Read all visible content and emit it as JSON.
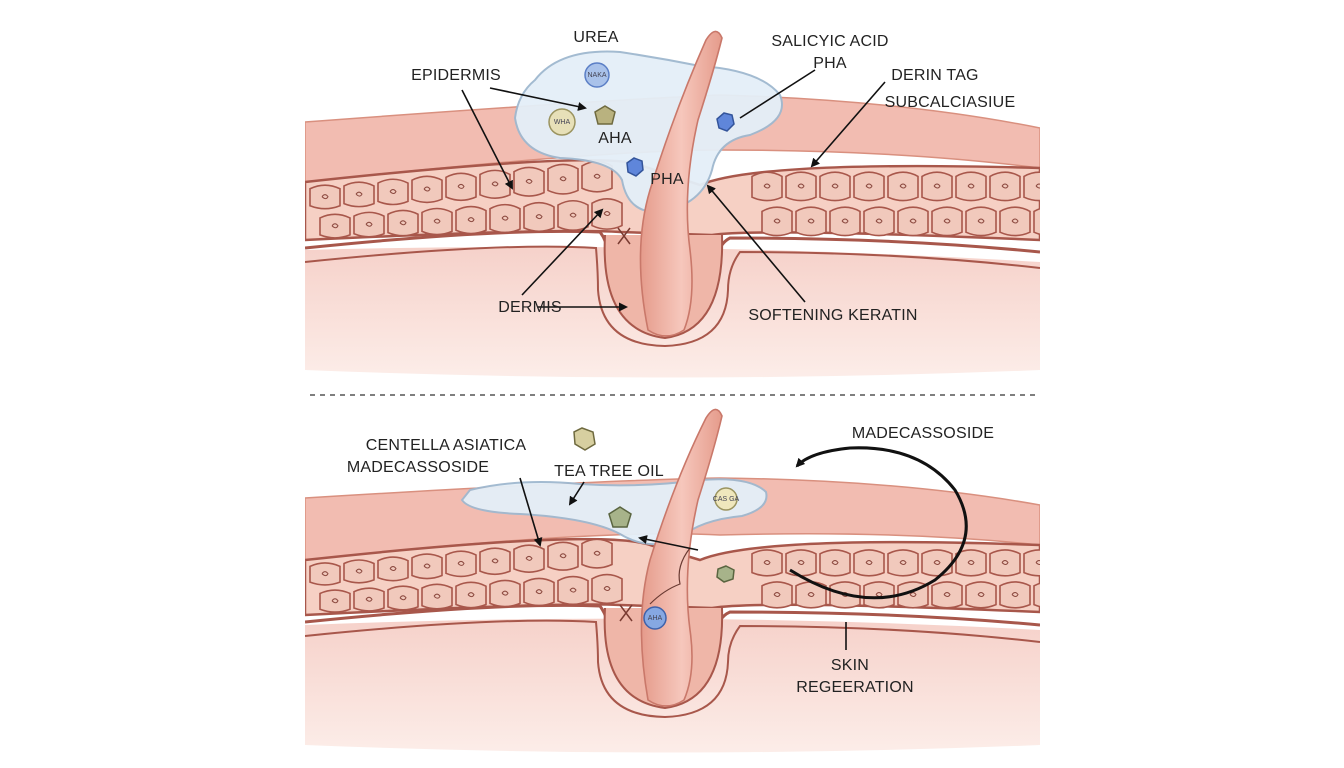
{
  "colors": {
    "background": "#ffffff",
    "skin_surface": "#f3c2b8",
    "skin_deep": "#f6d6cd",
    "cell_fill": "#f0c4b6",
    "cell_outline": "#a8574b",
    "hair": "#eba99b",
    "gel": "#e4eff8",
    "molecule_blue": "#6d8fd6",
    "molecule_olive": "#b9b27f",
    "arrow": "#111111"
  },
  "top_panel": {
    "labels": {
      "urea": "UREA",
      "epidermis": "EPIDERMIS",
      "salicylic_acid": "SALICYIC ACID",
      "pha_top": "PHA",
      "derin_tag": "DERIN TAG",
      "subcal": "SUBCALCIASIUE",
      "aha": "AHA",
      "pha_mid": "PHA",
      "dermis": "DERMIS",
      "softening_keratin": "SOFTENING KERATIN"
    },
    "molecule_text": {
      "blue_ball": "NAKA",
      "olive_ball": "WHA"
    }
  },
  "bottom_panel": {
    "labels": {
      "centella": "CENTELLA ASIATICA",
      "madecassoside_left": "MADECASSOSIDE",
      "tea_tree_oil": "TEA TREE OIL",
      "madecassoside_right": "MADECASSOSIDE",
      "skin": "SKIN",
      "regeneration": "REGEERATION"
    },
    "molecule_text": {
      "olive_ball": "CAS GA",
      "blue_ball": "AHA"
    }
  }
}
